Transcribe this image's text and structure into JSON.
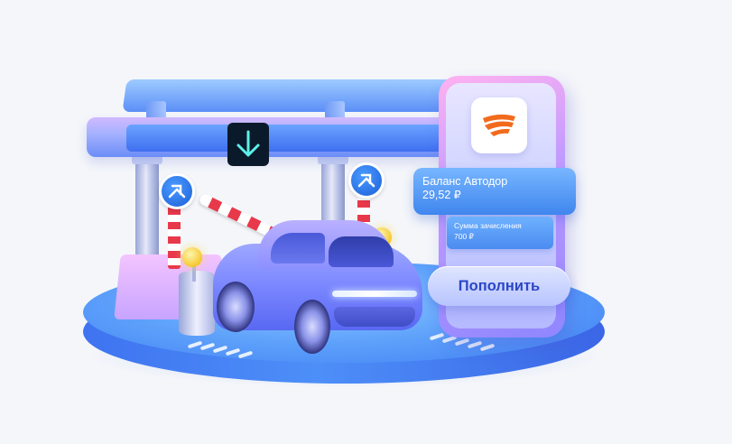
{
  "phone": {
    "logo_icon": "avtodor-logo-icon",
    "balance": {
      "title": "Баланс Автодор",
      "value": "29,52 ₽"
    },
    "credit": {
      "title": "Сумма зачисления",
      "value": "700 ₽"
    },
    "topup_button_label": "Пополнить"
  },
  "icons": {
    "canopy_sign": "arrow-down-icon",
    "road_signs": "road-sign-icon",
    "lamps": "lamp-icon"
  },
  "colors": {
    "background": "#f4f6fa",
    "logo_orange": "#f26b1d",
    "button_text": "#2a46c8",
    "platform": "#4d8ff8",
    "stripe_red": "#e8394b"
  }
}
